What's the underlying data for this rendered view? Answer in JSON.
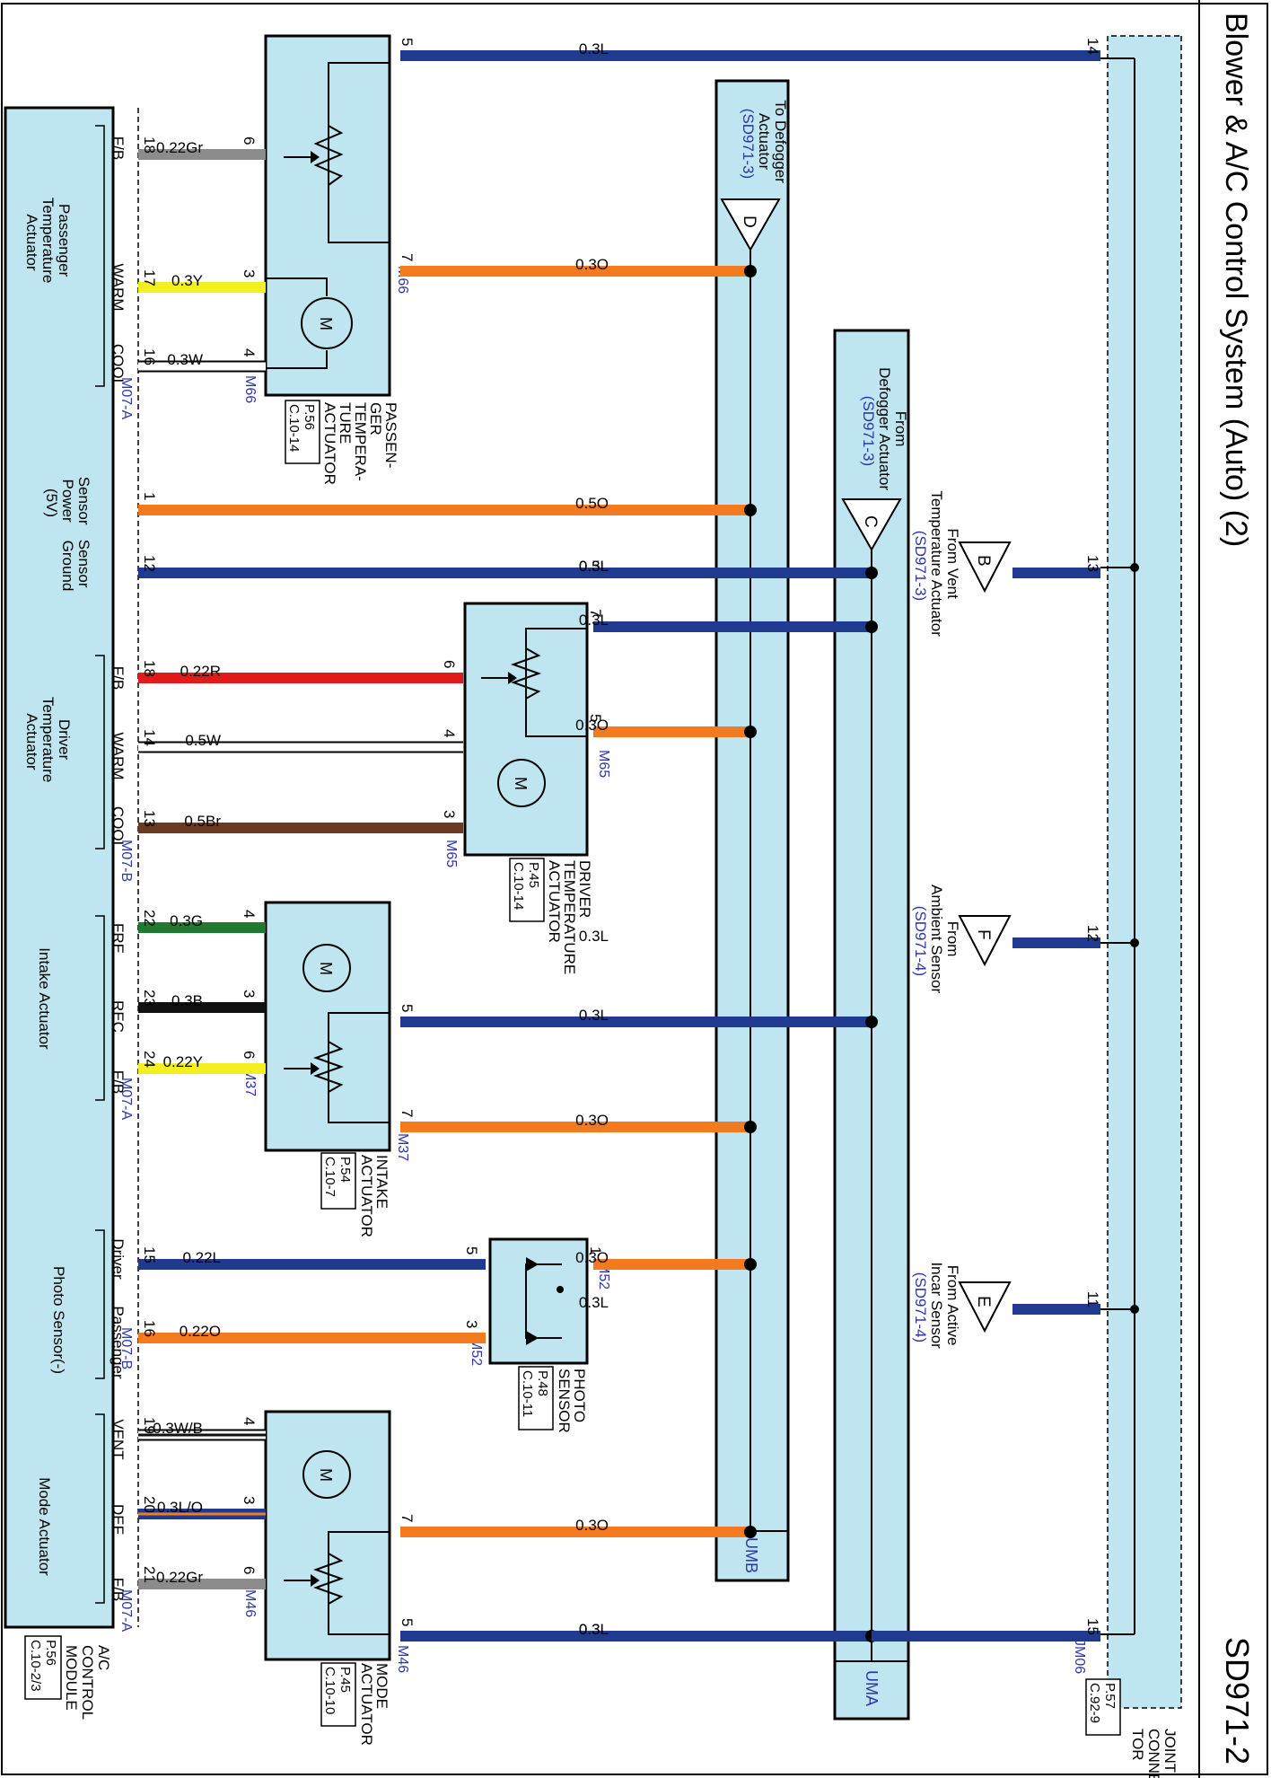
{
  "header": {
    "title": "Blower & A/C Control System (Auto) (2)",
    "page_id": "SD971-2"
  },
  "colors": {
    "L": "#1f3a8f",
    "O": "#f47a20",
    "Gr": "#8c8c8c",
    "Y": "#f4f020",
    "W": "#ffffff",
    "R": "#e21a1a",
    "Br": "#6b3a22",
    "G": "#1e7a2e",
    "B": "#111111",
    "bus": "#bfe6f0"
  },
  "joint": {
    "lines": [
      "JOINT",
      "CONNEC-",
      "TOR"
    ],
    "ref": [
      "P.57",
      "C.92-9"
    ],
    "conn": "JM06"
  },
  "acm": {
    "lines": [
      "A/C",
      "CONTROL",
      "MODULE"
    ],
    "ref": [
      "P.56",
      "C.10-2/3"
    ]
  },
  "buses": {
    "umb": "UMB",
    "uma": "UMA"
  },
  "arrows": {
    "d": {
      "letter": "D",
      "lines": [
        "To Defogger",
        "Actuator"
      ],
      "ref": "(SD971-3)"
    },
    "c": {
      "letter": "C",
      "lines": [
        "From",
        "Defogger Actuator"
      ],
      "ref": "(SD971-3)"
    },
    "b": {
      "letter": "B",
      "lines": [
        "From Vent",
        "Temperature Actuator"
      ],
      "ref": "(SD971-3)"
    },
    "f": {
      "letter": "F",
      "lines": [
        "From",
        "Ambient Sensor"
      ],
      "ref": "(SD971-4)"
    },
    "e": {
      "letter": "E",
      "lines": [
        "From Active",
        "Incar Sensor"
      ],
      "ref": "(SD971-4)"
    }
  },
  "groups": {
    "passenger": {
      "lines": [
        "Passenger",
        "Temperature",
        "Actuator"
      ],
      "fb": "F/B",
      "warm": "WARM",
      "cool": "COOL",
      "conn": "M07-A"
    },
    "power": {
      "lines": [
        "Sensor",
        "Power",
        "(5V)"
      ]
    },
    "ground": {
      "lines": [
        "Sensor",
        "Ground"
      ]
    },
    "driver": {
      "lines": [
        "Driver",
        "Temperature",
        "Actuator"
      ],
      "fb": "F/B",
      "warm": "WARM",
      "cool": "COOL",
      "conn": "M07-B"
    },
    "intake": {
      "lines": [
        "Intake Actuator"
      ],
      "fre": "FRE",
      "rec": "REC",
      "fb": "F/B",
      "conn": "M07-A"
    },
    "photo": {
      "lines": [
        "Photo Sensor(-)"
      ],
      "driver": "Driver",
      "passenger": "Passenger",
      "conn": "M07-B"
    },
    "mode": {
      "lines": [
        "Mode Actuator"
      ],
      "vent": "VENT",
      "def": "DEF",
      "fb": "F/B",
      "conn": "M07-A"
    }
  },
  "components": {
    "pass": {
      "lines": [
        "PASSEN-",
        "GER",
        "TEMPERA-",
        "TURE",
        "ACTUATOR"
      ],
      "ref": [
        "P.56",
        "C.10-14"
      ],
      "conn": "M66",
      "motor": "M"
    },
    "drv": {
      "lines": [
        "DRIVER",
        "TEMPERATURE",
        "ACTUATOR"
      ],
      "ref": [
        "P.45",
        "C.10-14"
      ],
      "conn": "M65",
      "motor": "M"
    },
    "intk": {
      "lines": [
        "INTAKE",
        "ACTUATOR"
      ],
      "ref": [
        "P.54",
        "C.10-7"
      ],
      "conn": "M37",
      "motor": "M"
    },
    "photo": {
      "lines": [
        "PHOTO",
        "SENSOR"
      ],
      "ref": [
        "P.48",
        "C.10-11"
      ],
      "conn": "M52"
    },
    "mode": {
      "lines": [
        "MODE",
        "ACTUATOR"
      ],
      "ref": [
        "P.45",
        "C.10-10"
      ],
      "conn": "M46",
      "motor": "M"
    }
  },
  "wires": [
    {
      "id": "w1",
      "spec": "0.3L",
      "from_pin": "5",
      "to_pin": "14"
    },
    {
      "id": "w2",
      "spec": "0.22Gr",
      "from_pin": "18",
      "to_pin": "6"
    },
    {
      "id": "w3",
      "spec": "0.3O",
      "from_pin": "7"
    },
    {
      "id": "w4",
      "spec": "0.3Y",
      "from_pin": "17",
      "to_pin": "3"
    },
    {
      "id": "w5",
      "spec": "0.3W",
      "from_pin": "16",
      "to_pin": "4"
    },
    {
      "id": "w6",
      "spec": "0.5O",
      "from_pin": "1"
    },
    {
      "id": "w7",
      "spec": "0.5L",
      "from_pin": "12"
    },
    {
      "id": "w8",
      "spec": "0.3L",
      "to_pin": "13"
    },
    {
      "id": "w9",
      "spec": "0.3L",
      "from_pin": "7"
    },
    {
      "id": "w10",
      "spec": "0.22R",
      "from_pin": "18",
      "to_pin": "6"
    },
    {
      "id": "w11",
      "spec": "0.3O",
      "from_pin": "5"
    },
    {
      "id": "w12",
      "spec": "0.5W",
      "from_pin": "14",
      "to_pin": "4"
    },
    {
      "id": "w13",
      "spec": "0.5Br",
      "from_pin": "13",
      "to_pin": "3"
    },
    {
      "id": "w14",
      "spec": "0.3L",
      "to_pin": "12"
    },
    {
      "id": "w15",
      "spec": "0.3G",
      "from_pin": "22",
      "to_pin": "4"
    },
    {
      "id": "w16",
      "spec": "0.3B",
      "from_pin": "23",
      "to_pin": "3"
    },
    {
      "id": "w17",
      "spec": "0.3L",
      "from_pin": "5"
    },
    {
      "id": "w18",
      "spec": "0.22Y",
      "from_pin": "24",
      "to_pin": "6"
    },
    {
      "id": "w19",
      "spec": "0.3O",
      "from_pin": "7"
    },
    {
      "id": "w20",
      "spec": "0.3O",
      "from_pin": "1"
    },
    {
      "id": "w21",
      "spec": "0.22L",
      "from_pin": "15",
      "to_pin": "5"
    },
    {
      "id": "w22",
      "spec": "0.3L",
      "to_pin": "11"
    },
    {
      "id": "w23",
      "spec": "0.22O",
      "from_pin": "16",
      "to_pin": "3"
    },
    {
      "id": "w24",
      "spec": "0.3W/B",
      "from_pin": "19",
      "to_pin": "4"
    },
    {
      "id": "w25",
      "spec": "0.3L/O",
      "from_pin": "20",
      "to_pin": "3"
    },
    {
      "id": "w26",
      "spec": "0.3O",
      "from_pin": "7"
    },
    {
      "id": "w27",
      "spec": "0.22Gr",
      "from_pin": "21",
      "to_pin": "6"
    },
    {
      "id": "w28",
      "spec": "0.3L",
      "from_pin": "5"
    },
    {
      "id": "w29",
      "spec": "0.3L",
      "to_pin": "15"
    }
  ]
}
